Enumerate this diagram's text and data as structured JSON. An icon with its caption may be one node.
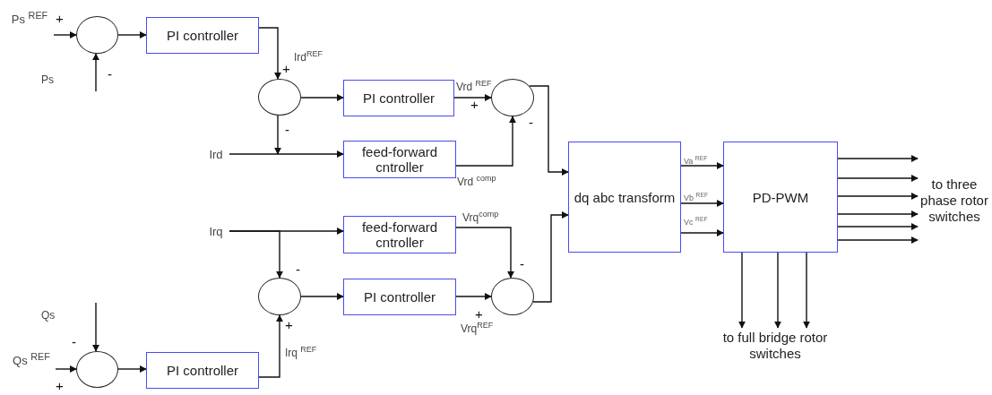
{
  "diagram": {
    "nodes": [
      {
        "text": [],
        "shape": "circle"
      },
      {
        "text": [
          "PI controller"
        ]
      },
      {
        "text": [],
        "shape": "circle"
      },
      {
        "text": [
          "PI controller"
        ]
      },
      {
        "text": [
          "Ird"
        ]
      },
      {
        "text": [
          "feed-forward cntroller"
        ]
      },
      {
        "text": [],
        "shape": "circle"
      },
      {
        "text": [
          "dq abc transform"
        ]
      },
      {
        "text": [
          "PD-PWM"
        ]
      },
      {
        "text": [
          "to three phase rotor switches"
        ]
      },
      {
        "text": [
          "Irq"
        ]
      },
      {
        "text": [
          "feed-forward cntroller"
        ]
      },
      {
        "text": [],
        "shape": "circle"
      },
      {
        "text": [
          "PI controller"
        ]
      },
      {
        "text": [],
        "shape": "circle"
      },
      {
        "text": [],
        "shape": "circle"
      },
      {
        "text": [
          "PI controller"
        ]
      },
      {
        "text": [
          "to full bridge rotor switches"
        ]
      },
      {
        "text": [
          "Ps $^{REF}$"
        ]
      },
      {
        "text": [
          "Qs $^{REF}$"
        ]
      }
    ],
    "edges": [
      {
        "from": 18,
        "to": 0,
        "arrow": "to"
      },
      {
        "from": null,
        "to": 0,
        "arrow": "to"
      },
      {
        "from": 0,
        "to": 1,
        "arrow": "to"
      },
      {
        "from": 1,
        "to": 2,
        "arrow": "to"
      },
      {
        "from": 2,
        "to": 3,
        "arrow": "to"
      },
      {
        "from": 2,
        "to": null,
        "arrow": "to"
      },
      {
        "from": 4,
        "to": 5,
        "arrow": "to"
      },
      {
        "from": 3,
        "to": 6,
        "arrow": "to"
      },
      {
        "from": 5,
        "to": 6,
        "arrow": "to"
      },
      {
        "from": 6,
        "to": 7,
        "arrow": "to"
      },
      {
        "from": 7,
        "to": 8,
        "arrow": "to"
      },
      {
        "from": 7,
        "to": 8,
        "arrow": "to"
      },
      {
        "from": 7,
        "to": 8,
        "arrow": "to"
      },
      {
        "from": 8,
        "to": 9,
        "arrow": "to"
      },
      {
        "from": 8,
        "to": 9,
        "arrow": "to"
      },
      {
        "from": 8,
        "to": 9,
        "arrow": "to"
      },
      {
        "from": 8,
        "to": 9,
        "arrow": "to"
      },
      {
        "from": 8,
        "to": 9,
        "arrow": "to"
      },
      {
        "from": 8,
        "to": 9,
        "arrow": "to"
      },
      {
        "from": 8,
        "to": 17,
        "arrow": "to"
      },
      {
        "from": 8,
        "to": 17,
        "arrow": "to"
      },
      {
        "from": 8,
        "to": 17,
        "arrow": "to"
      },
      {
        "from": 10,
        "to": 11,
        "arrow": "to"
      },
      {
        "from": 10,
        "to": 12,
        "arrow": "to"
      },
      {
        "from": 11,
        "to": 14,
        "arrow": "to"
      },
      {
        "from": 13,
        "to": 14,
        "arrow": "to"
      },
      {
        "from": 12,
        "to": 13,
        "arrow": "to"
      },
      {
        "from": 14,
        "to": 7,
        "arrow": "to"
      },
      {
        "from": 16,
        "to": 12,
        "arrow": "to"
      },
      {
        "from": 15,
        "to": 16,
        "arrow": "to"
      },
      {
        "from": 19,
        "to": 15,
        "arrow": "to"
      },
      {
        "from": null,
        "to": 15,
        "arrow": "to"
      }
    ],
    "labels": [
      "+",
      "Ps",
      "-",
      "Ird$^{REF}$",
      "+",
      "Vrd $^{REF}$",
      "+",
      "-",
      "-",
      "Vrd $^{comp}$",
      "Va $^{REF}$",
      "Vb $^{REF}$",
      "Vc $^{REF}$",
      "Vrq$^{comp}$",
      "-",
      "-",
      "+",
      "+",
      "Vrq$^{REF}$",
      "Qs",
      "-",
      "Irq $^{REF}$",
      "+"
    ]
  }
}
